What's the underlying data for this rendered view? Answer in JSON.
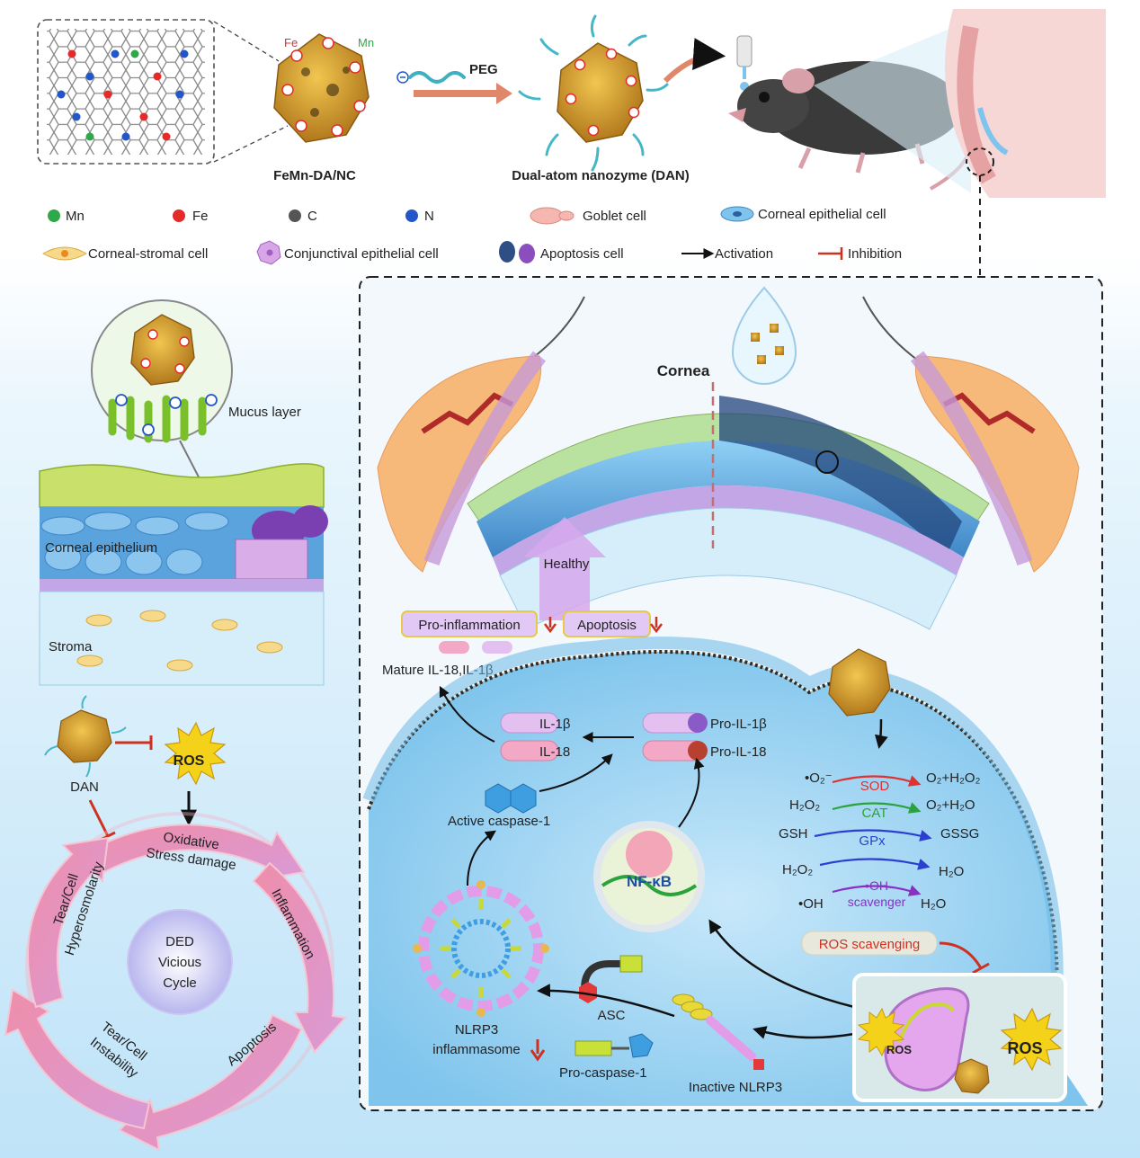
{
  "top": {
    "fe_label": "Fe",
    "mn_label": "Mn",
    "peg_label": "PEG",
    "fe_mn_name": "FeMn-DA/NC",
    "dan_name": "Dual-atom nanozyme (DAN)"
  },
  "legend": {
    "mn": "Mn",
    "fe": "Fe",
    "c": "C",
    "n": "N",
    "goblet": "Goblet cell",
    "corneal_epithelial": "Corneal epithelial cell",
    "corneal_stromal": "Corneal-stromal cell",
    "conjunctival": "Conjunctival epithelial cell",
    "apoptosis": "Apoptosis cell",
    "activation": "Activation",
    "inhibition": "Inhibition"
  },
  "left": {
    "mucus": "Mucus layer",
    "epithelium": "Corneal epithelium",
    "stroma": "Stroma",
    "ros": "ROS",
    "dan": "DAN",
    "cycle": {
      "center1": "DED",
      "center2": "Vicious",
      "center3": "Cycle",
      "oxidative1": "Oxidative",
      "oxidative2": "Stress damage",
      "inflammation": "Inflammation",
      "apoptosis": "Apoptosis",
      "instability1": "Tear/Cell",
      "instability2": "Instability",
      "hyper1": "Tear/Cell",
      "hyper2": "Hyperosmolarity"
    }
  },
  "main": {
    "cornea": "Cornea",
    "healthy": "Healthy",
    "pro_inflammation": "Pro-inflammation",
    "apoptosis": "Apoptosis",
    "mature": "Mature IL-18,IL-1β",
    "il1b": "IL-1β",
    "il18": "IL-18",
    "pro_il1b": "Pro-IL-1β",
    "pro_il18": "Pro-IL-18",
    "active_casp": "Active caspase-1",
    "nfkb": "NF-κB",
    "nlrp3_1": "NLRP3",
    "nlrp3_2": "inflammasome",
    "asc": "ASC",
    "pro_casp": "Pro-caspase-1",
    "inactive_nlrp3": "Inactive NLRP3",
    "ros_scavenging": "ROS scavenging",
    "ros_small": "ROS",
    "ros_big": "ROS",
    "reactions": {
      "r1_left": "•O₂⁻",
      "r1_enzyme": "SOD",
      "r1_right": "O₂+H₂O₂",
      "r2_left": "H₂O₂",
      "r2_enzyme": "CAT",
      "r2_right": "O₂+H₂O",
      "r3_left": "GSH",
      "r3_enzyme": "GPx",
      "r3_right": "GSSG",
      "r4_left": "H₂O₂",
      "r4_right": "H₂O",
      "r5_enzyme1": "•OH",
      "r5_left": "•OH",
      "r5_enzyme2": "scavenger",
      "r5_right": "H₂O"
    }
  },
  "colors": {
    "mn": "#2fa84a",
    "fe": "#e52a2a",
    "c": "#555555",
    "n": "#2357c9",
    "sod": "#e03030",
    "cat": "#2aa43a",
    "gpx": "#2b3fd0",
    "scavenger": "#8a2fc4",
    "cycle": "#e07a99"
  }
}
